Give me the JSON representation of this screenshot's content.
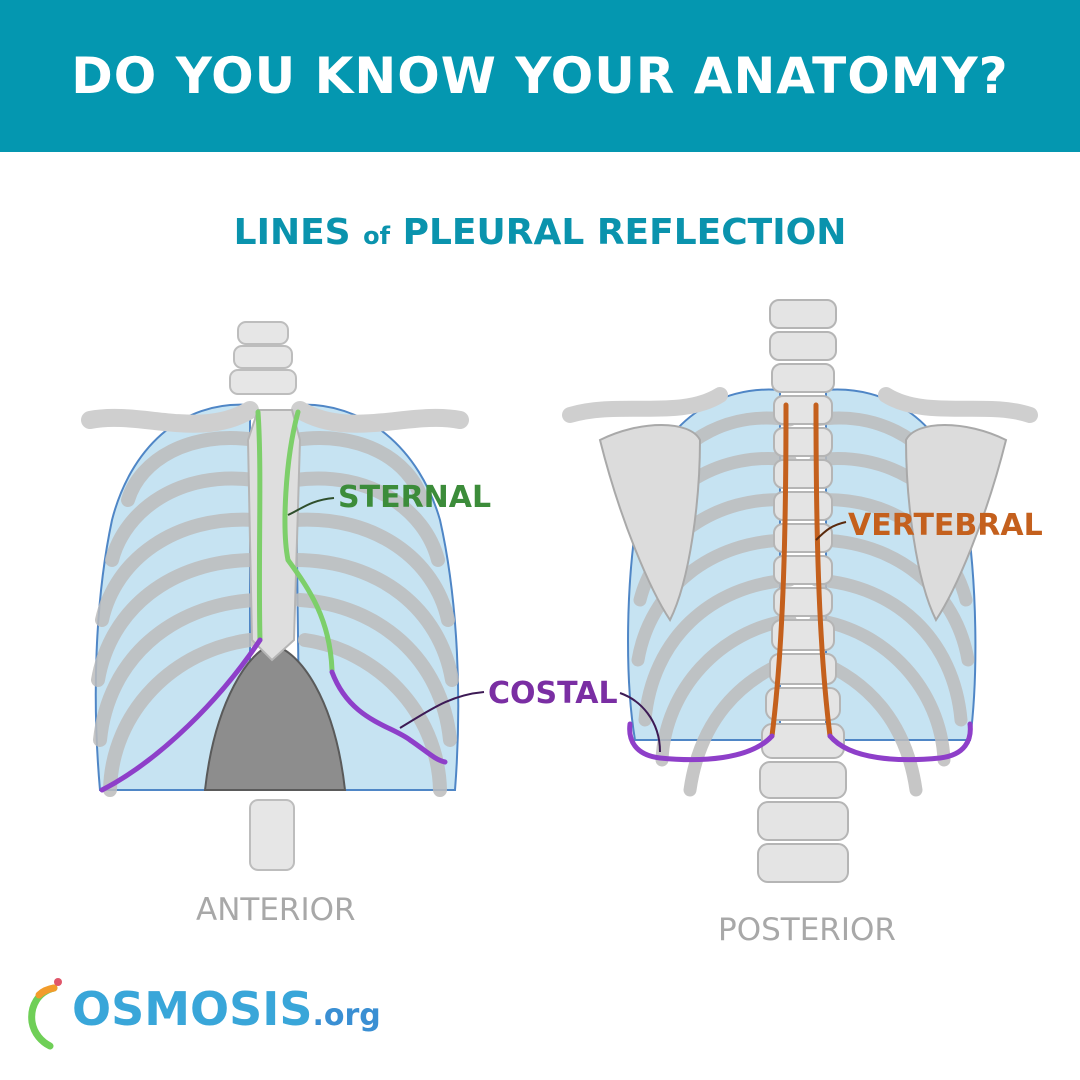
{
  "banner": {
    "title": "DO YOU KNOW YOUR ANATOMY?"
  },
  "subtitle": {
    "part1": "LINES ",
    "part2": "of",
    "part3": " PLEURAL REFLECTION"
  },
  "labels": {
    "sternal": "STERNAL",
    "costal": "COSTAL",
    "vertebral": "VERTEBRAL"
  },
  "views": {
    "anterior": "ANTERIOR",
    "posterior": "POSTERIOR"
  },
  "logo": {
    "name": "OSMOSIS",
    "suffix": ".org"
  },
  "colors": {
    "banner": "#0497b0",
    "subtitle": "#0a93ad",
    "sternal": "#3c8c3a",
    "sternal_line": "#7dcf6a",
    "costal": "#7a2ea3",
    "costal_line": "#8e3fc9",
    "vertebral": "#c4601d",
    "lung_fill": "#c6e3f2",
    "bone": "#e2e2e2"
  }
}
